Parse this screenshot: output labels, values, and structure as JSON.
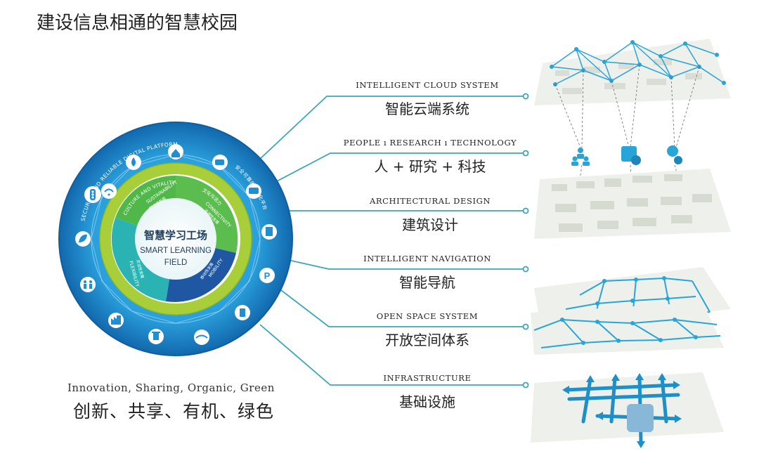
{
  "page": {
    "title": "建设信息相通的智慧校园"
  },
  "wheel": {
    "center_cn": "智慧学习工场",
    "center_en_line1": "SMART LEARNING",
    "center_en_line2": "FIELD",
    "outer_ring_en": "SECURED AND RELIABLE DIGITAL PLATFORM",
    "outer_ring_cn": "安全可靠的数字化平台",
    "green_ring_en": "CULTURE AND VITALITY",
    "green_ring_cn": "文化与活力",
    "segments": [
      {
        "en": "SUSTAINABILITY",
        "cn": "可持续发展"
      },
      {
        "en": "CONNECTIVITY",
        "cn": "连通性发展"
      },
      {
        "en": "MOBILITY",
        "cn": "移动性发展"
      },
      {
        "en": "FLEXIBILITY",
        "cn": "灵活性发展"
      }
    ],
    "colors": {
      "outer": "#1f8fd1",
      "outer_dark": "#1166aa",
      "green": "#a8cf3a",
      "seg_green": "#4fb848",
      "seg_teal": "#2bb3b3",
      "seg_blue": "#1f57a3",
      "line": "#3aa7b9"
    }
  },
  "systems": [
    {
      "en": "INTELLIGENT CLOUD SYSTEM",
      "cn": "智能云端系统"
    },
    {
      "en": "PEOPLE ı RESEARCH ı TECHNOLOGY",
      "cn": "人 + 研究 + 科技"
    },
    {
      "en": "ARCHITECTURAL DESIGN",
      "cn": "建筑设计"
    },
    {
      "en": "INTELLIGENT NAVIGATION",
      "cn": "智能导航"
    },
    {
      "en": "OPEN SPACE SYSTEM",
      "cn": "开放空间体系"
    },
    {
      "en": "INFRASTRUCTURE",
      "cn": "基础设施"
    }
  ],
  "caption": {
    "en": "Innovation, Sharing, Organic, Green",
    "cn": "创新、共享、有机、绿色"
  }
}
